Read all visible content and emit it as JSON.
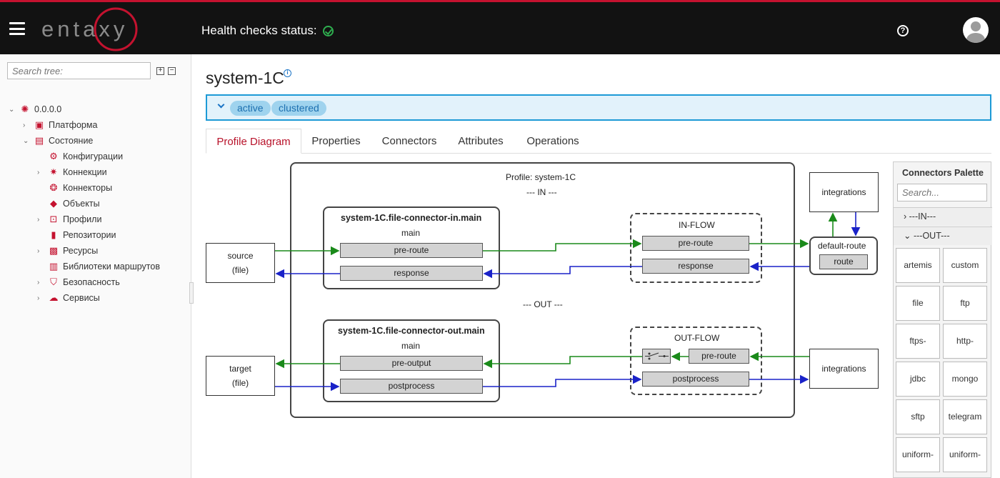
{
  "header": {
    "logo_text": "entaxy",
    "health_label": "Health checks status:",
    "help_icon": "help-circle-icon",
    "brand_color": "#c4122f"
  },
  "sidebar": {
    "search_placeholder": "Search tree:",
    "expand_all": "+",
    "collapse_all": "−",
    "items": [
      {
        "label": "0.0.0.0",
        "icon": "network-node-icon"
      },
      {
        "label": "Платформа",
        "icon": "platform-icon"
      },
      {
        "label": "Состояние",
        "icon": "state-icon"
      },
      {
        "label": "Конфигурации",
        "icon": "gear-icon"
      },
      {
        "label": "Коннекции",
        "icon": "connections-icon"
      },
      {
        "label": "Коннекторы",
        "icon": "connectors-icon"
      },
      {
        "label": "Объекты",
        "icon": "cube-icon"
      },
      {
        "label": "Профили",
        "icon": "profile-icon"
      },
      {
        "label": "Репозитории",
        "icon": "database-icon"
      },
      {
        "label": "Ресурсы",
        "icon": "resources-icon"
      },
      {
        "label": "Библиотеки маршрутов",
        "icon": "library-icon"
      },
      {
        "label": "Безопасность",
        "icon": "shield-icon"
      },
      {
        "label": "Сервисы",
        "icon": "cloud-icon"
      }
    ]
  },
  "main": {
    "title": "system-1C",
    "badges": [
      "active",
      "clustered"
    ],
    "tabs": [
      "Profile Diagram",
      "Properties",
      "Connectors",
      "Attributes",
      "Operations"
    ],
    "active_tab": "Profile Diagram"
  },
  "diagram": {
    "profile_label": "Profile: system-1C",
    "in_label": "--- IN ---",
    "out_label": "--- OUT ---",
    "source_name": "source",
    "source_type": "(file)",
    "target_name": "target",
    "target_type": "(file)",
    "connector_in_title": "system-1C.file-connector-in.main",
    "connector_in_sub": "main",
    "connector_in_pre": "pre-route",
    "connector_in_resp": "response",
    "connector_out_title": "system-1C.file-connector-out.main",
    "connector_out_sub": "main",
    "connector_out_pre": "pre-output",
    "connector_out_post": "postprocess",
    "inflow_label": "IN-FLOW",
    "inflow_pre": "pre-route",
    "inflow_resp": "response",
    "outflow_label": "OUT-FLOW",
    "outflow_pre": "pre-route",
    "outflow_post": "postprocess",
    "integrations_top": "integrations",
    "integrations_bottom": "integrations",
    "default_route": "default-route",
    "route": "route",
    "green": "#1a8a1a",
    "blue": "#1a22c8"
  },
  "palette": {
    "title": "Connectors Palette",
    "search_placeholder": "Search...",
    "group_in": "---IN---",
    "group_out": "---OUT---",
    "items": [
      "artemis",
      "custom",
      "file",
      "ftp",
      "ftps-",
      "http-",
      "jdbc",
      "mongo",
      "sftp",
      "telegram",
      "uniform-",
      "uniform-"
    ]
  }
}
